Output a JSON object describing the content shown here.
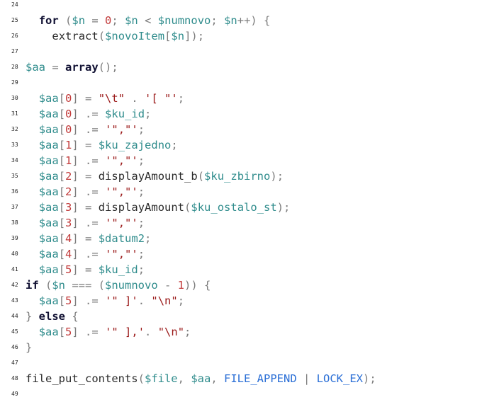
{
  "editor": {
    "lines": [
      {
        "num": "24",
        "indent": 0,
        "tokens": []
      },
      {
        "num": "25",
        "indent": 2,
        "tokens": [
          [
            "for",
            "k"
          ],
          [
            " ",
            "d"
          ],
          [
            "(",
            "p"
          ],
          [
            "$n",
            "v"
          ],
          [
            " = ",
            "p"
          ],
          [
            "0",
            "n"
          ],
          [
            "; ",
            "p"
          ],
          [
            "$n",
            "v"
          ],
          [
            " < ",
            "p"
          ],
          [
            "$numnovo",
            "v"
          ],
          [
            "; ",
            "p"
          ],
          [
            "$n",
            "v"
          ],
          [
            "++) {",
            "p"
          ]
        ]
      },
      {
        "num": "26",
        "indent": 4,
        "tokens": [
          [
            "extract",
            "d"
          ],
          [
            "(",
            "p"
          ],
          [
            "$novoItem",
            "v"
          ],
          [
            "[",
            "p"
          ],
          [
            "$n",
            "v"
          ],
          [
            "]);",
            "p"
          ]
        ]
      },
      {
        "num": "27",
        "indent": 0,
        "tokens": []
      },
      {
        "num": "28",
        "indent": 0,
        "tokens": [
          [
            "$aa",
            "v"
          ],
          [
            " = ",
            "p"
          ],
          [
            "array",
            "k"
          ],
          [
            "();",
            "p"
          ]
        ]
      },
      {
        "num": "29",
        "indent": 0,
        "tokens": []
      },
      {
        "num": "30",
        "indent": 2,
        "tokens": [
          [
            "$aa",
            "v"
          ],
          [
            "[",
            "p"
          ],
          [
            "0",
            "n"
          ],
          [
            "] = ",
            "p"
          ],
          [
            "\"\\t\"",
            "s"
          ],
          [
            " . ",
            "p"
          ],
          [
            "'[ \"'",
            "s"
          ],
          [
            ";",
            "p"
          ]
        ]
      },
      {
        "num": "31",
        "indent": 2,
        "tokens": [
          [
            "$aa",
            "v"
          ],
          [
            "[",
            "p"
          ],
          [
            "0",
            "n"
          ],
          [
            "] .= ",
            "p"
          ],
          [
            "$ku_id",
            "v"
          ],
          [
            ";",
            "p"
          ]
        ]
      },
      {
        "num": "32",
        "indent": 2,
        "tokens": [
          [
            "$aa",
            "v"
          ],
          [
            "[",
            "p"
          ],
          [
            "0",
            "n"
          ],
          [
            "] .= ",
            "p"
          ],
          [
            "'\",\"'",
            "s"
          ],
          [
            ";",
            "p"
          ]
        ]
      },
      {
        "num": "33",
        "indent": 2,
        "tokens": [
          [
            "$aa",
            "v"
          ],
          [
            "[",
            "p"
          ],
          [
            "1",
            "n"
          ],
          [
            "] = ",
            "p"
          ],
          [
            "$ku_zajedno",
            "v"
          ],
          [
            ";",
            "p"
          ]
        ]
      },
      {
        "num": "34",
        "indent": 2,
        "tokens": [
          [
            "$aa",
            "v"
          ],
          [
            "[",
            "p"
          ],
          [
            "1",
            "n"
          ],
          [
            "] .= ",
            "p"
          ],
          [
            "'\",\"'",
            "s"
          ],
          [
            ";",
            "p"
          ]
        ]
      },
      {
        "num": "35",
        "indent": 2,
        "tokens": [
          [
            "$aa",
            "v"
          ],
          [
            "[",
            "p"
          ],
          [
            "2",
            "n"
          ],
          [
            "] = ",
            "p"
          ],
          [
            "displayAmount_b",
            "d"
          ],
          [
            "(",
            "p"
          ],
          [
            "$ku_zbirno",
            "v"
          ],
          [
            ");",
            "p"
          ]
        ]
      },
      {
        "num": "36",
        "indent": 2,
        "tokens": [
          [
            "$aa",
            "v"
          ],
          [
            "[",
            "p"
          ],
          [
            "2",
            "n"
          ],
          [
            "] .= ",
            "p"
          ],
          [
            "'\",\"'",
            "s"
          ],
          [
            ";",
            "p"
          ]
        ]
      },
      {
        "num": "37",
        "indent": 2,
        "tokens": [
          [
            "$aa",
            "v"
          ],
          [
            "[",
            "p"
          ],
          [
            "3",
            "n"
          ],
          [
            "] = ",
            "p"
          ],
          [
            "displayAmount",
            "d"
          ],
          [
            "(",
            "p"
          ],
          [
            "$ku_ostalo_st",
            "v"
          ],
          [
            ");",
            "p"
          ]
        ]
      },
      {
        "num": "38",
        "indent": 2,
        "tokens": [
          [
            "$aa",
            "v"
          ],
          [
            "[",
            "p"
          ],
          [
            "3",
            "n"
          ],
          [
            "] .= ",
            "p"
          ],
          [
            "'\",\"'",
            "s"
          ],
          [
            ";",
            "p"
          ]
        ]
      },
      {
        "num": "39",
        "indent": 2,
        "tokens": [
          [
            "$aa",
            "v"
          ],
          [
            "[",
            "p"
          ],
          [
            "4",
            "n"
          ],
          [
            "] = ",
            "p"
          ],
          [
            "$datum2",
            "v"
          ],
          [
            ";",
            "p"
          ]
        ]
      },
      {
        "num": "40",
        "indent": 2,
        "tokens": [
          [
            "$aa",
            "v"
          ],
          [
            "[",
            "p"
          ],
          [
            "4",
            "n"
          ],
          [
            "] .= ",
            "p"
          ],
          [
            "'\",\"'",
            "s"
          ],
          [
            ";",
            "p"
          ]
        ]
      },
      {
        "num": "41",
        "indent": 2,
        "tokens": [
          [
            "$aa",
            "v"
          ],
          [
            "[",
            "p"
          ],
          [
            "5",
            "n"
          ],
          [
            "] = ",
            "p"
          ],
          [
            "$ku_id",
            "v"
          ],
          [
            ";",
            "p"
          ]
        ]
      },
      {
        "num": "42",
        "indent": 0,
        "tokens": [
          [
            "if",
            "k"
          ],
          [
            " (",
            "p"
          ],
          [
            "$n",
            "v"
          ],
          [
            " === (",
            "p"
          ],
          [
            "$numnovo",
            "v"
          ],
          [
            " - ",
            "p"
          ],
          [
            "1",
            "n"
          ],
          [
            ")) {",
            "p"
          ]
        ]
      },
      {
        "num": "43",
        "indent": 2,
        "tokens": [
          [
            "$aa",
            "v"
          ],
          [
            "[",
            "p"
          ],
          [
            "5",
            "n"
          ],
          [
            "] .= ",
            "p"
          ],
          [
            "'\" ]'",
            "s"
          ],
          [
            ". ",
            "p"
          ],
          [
            "\"\\n\"",
            "s"
          ],
          [
            ";",
            "p"
          ]
        ]
      },
      {
        "num": "44",
        "indent": 0,
        "tokens": [
          [
            "} ",
            "p"
          ],
          [
            "else",
            "k"
          ],
          [
            " {",
            "p"
          ]
        ]
      },
      {
        "num": "45",
        "indent": 2,
        "tokens": [
          [
            "$aa",
            "v"
          ],
          [
            "[",
            "p"
          ],
          [
            "5",
            "n"
          ],
          [
            "] .= ",
            "p"
          ],
          [
            "'\" ],'",
            "s"
          ],
          [
            ". ",
            "p"
          ],
          [
            "\"\\n\"",
            "s"
          ],
          [
            ";",
            "p"
          ]
        ]
      },
      {
        "num": "46",
        "indent": 0,
        "tokens": [
          [
            "}",
            "p"
          ]
        ]
      },
      {
        "num": "47",
        "indent": 0,
        "tokens": []
      },
      {
        "num": "48",
        "indent": 0,
        "tokens": [
          [
            "file_put_contents",
            "d"
          ],
          [
            "(",
            "p"
          ],
          [
            "$file",
            "v"
          ],
          [
            ", ",
            "p"
          ],
          [
            "$aa",
            "v"
          ],
          [
            ", ",
            "p"
          ],
          [
            "FILE_APPEND",
            "c"
          ],
          [
            " | ",
            "p"
          ],
          [
            "LOCK_EX",
            "c"
          ],
          [
            ");",
            "p"
          ]
        ]
      },
      {
        "num": "49",
        "indent": 0,
        "tokens": []
      }
    ],
    "colors": {
      "default": "#2a2a2a",
      "keyword": "#111133",
      "variable": "#2f8c8c",
      "string": "#9b1a1a",
      "number": "#c23a3a",
      "punctuation": "#7d7d7d",
      "constant": "#2b6fd6"
    }
  }
}
